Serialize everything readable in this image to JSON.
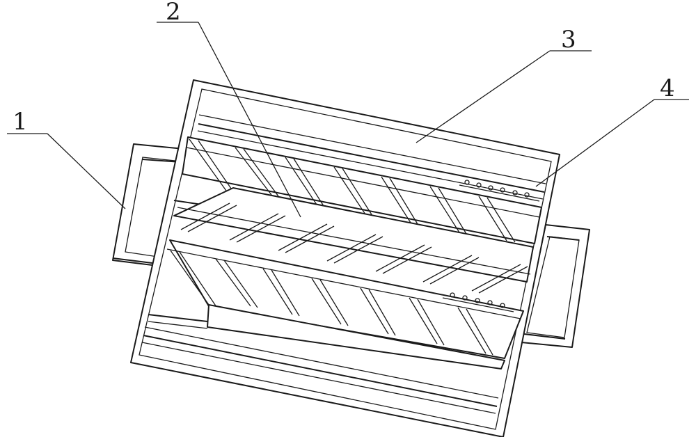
{
  "labels": [
    {
      "id": "1",
      "text": "1"
    },
    {
      "id": "2",
      "text": "2"
    },
    {
      "id": "3",
      "text": "3"
    },
    {
      "id": "4",
      "text": "4"
    }
  ],
  "colors": {
    "line": "#1a1a1a",
    "background": "#ffffff"
  }
}
